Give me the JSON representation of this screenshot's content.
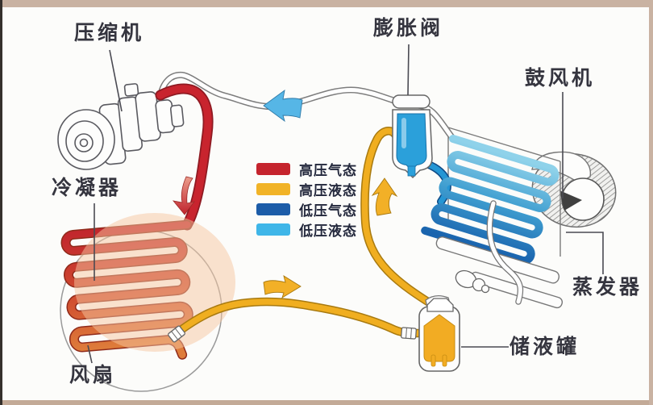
{
  "diagram": {
    "component_labels": {
      "compressor": "压缩机",
      "expansion_valve": "膨胀阀",
      "blower": "鼓风机",
      "condenser": "冷凝器",
      "evaporator": "蒸发器",
      "receiver_drier": "储液罐",
      "fan": "风扇"
    },
    "legend": {
      "items": [
        {
          "label": "高压气态",
          "color": "#c5242d"
        },
        {
          "label": "高压液态",
          "color": "#f1b327"
        },
        {
          "label": "低压气态",
          "color": "#1c5ca8"
        },
        {
          "label": "低压液态",
          "color": "#3fb6e8"
        }
      ]
    },
    "flow_colors": {
      "high_pressure_gas": "#c5242d",
      "high_pressure_liquid": "#f1b327",
      "low_pressure_gas": "#1c5ca8",
      "low_pressure_liquid": "#3fb6e8",
      "frame": "#c9b2a2"
    }
  }
}
